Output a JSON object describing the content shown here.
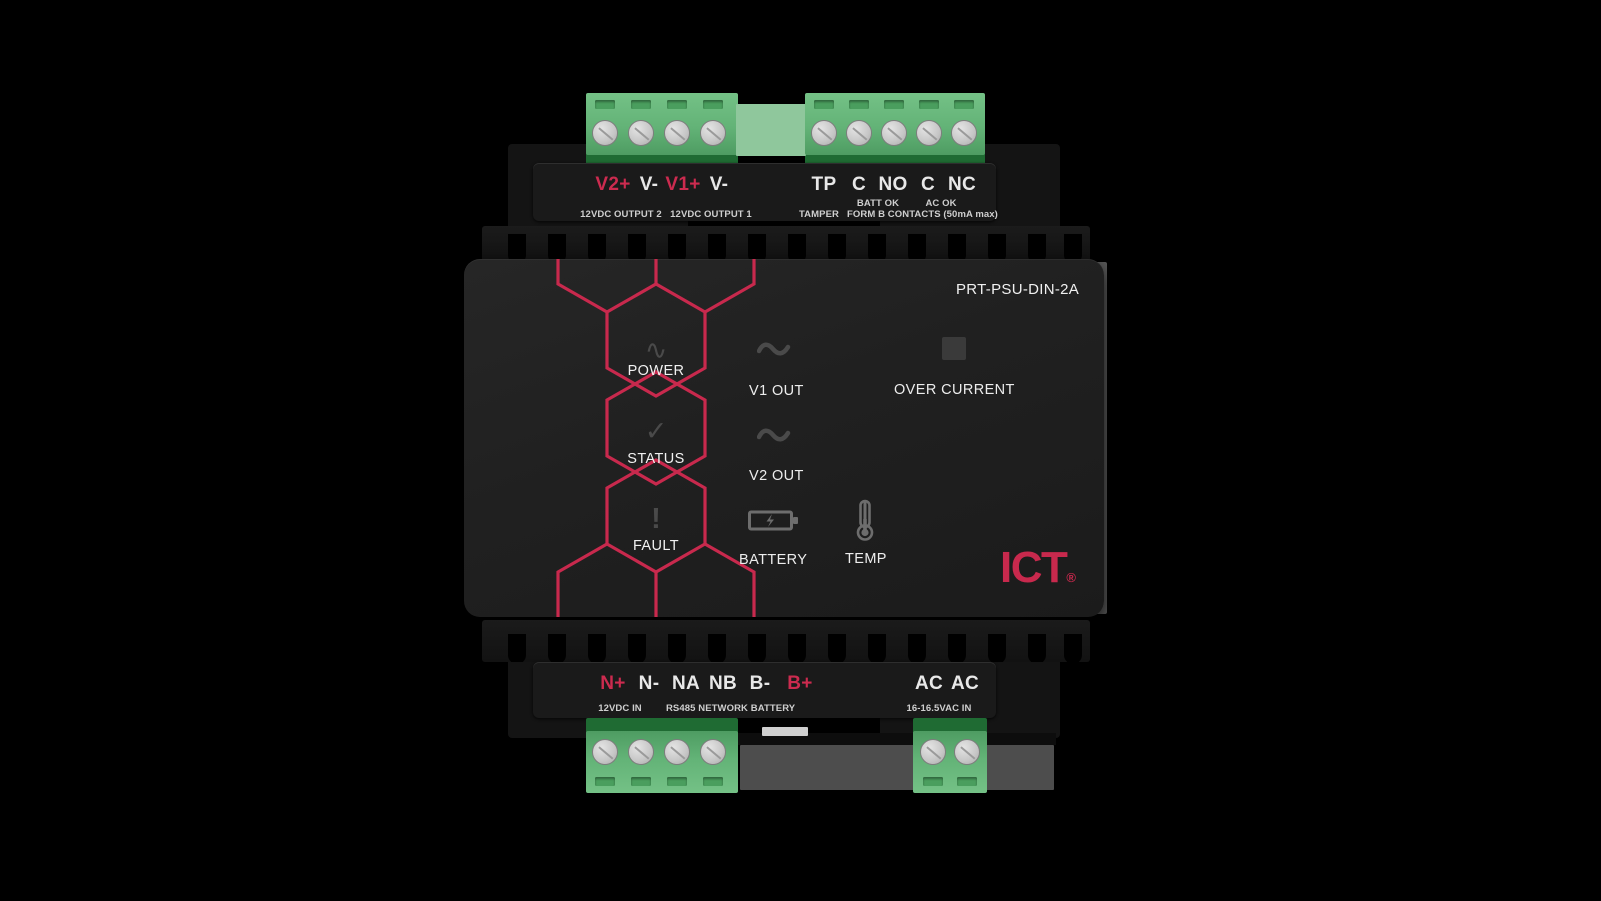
{
  "device": {
    "model": "PRT-PSU-DIN-2A",
    "brand": "ICT",
    "brand_reg": "®",
    "accent_color": "#c8294d",
    "panel_color": "#212121",
    "connector_color": "#63b377"
  },
  "top_terminals": {
    "labels": [
      {
        "text": "V2+",
        "accent": true
      },
      {
        "text": "V-",
        "accent": false
      },
      {
        "text": "V1+",
        "accent": true
      },
      {
        "text": "V-",
        "accent": false
      },
      {
        "text": "TP",
        "accent": false
      },
      {
        "text": "C",
        "accent": false
      },
      {
        "text": "NO",
        "accent": false
      },
      {
        "text": "C",
        "accent": false
      },
      {
        "text": "NC",
        "accent": false
      }
    ],
    "group_captions": [
      "12VDC OUTPUT 2",
      "12VDC OUTPUT 1",
      "TAMPER",
      "BATT OK",
      "AC OK",
      "FORM B CONTACTS (50mA max)"
    ]
  },
  "bottom_terminals": {
    "labels": [
      {
        "text": "N+",
        "accent": true
      },
      {
        "text": "N-",
        "accent": false
      },
      {
        "text": "NA",
        "accent": false
      },
      {
        "text": "NB",
        "accent": false
      },
      {
        "text": "B-",
        "accent": false
      },
      {
        "text": "B+",
        "accent": true
      },
      {
        "text": "AC",
        "accent": false
      },
      {
        "text": "AC",
        "accent": false
      }
    ],
    "group_captions": [
      "12VDC IN",
      "RS485 NETWORK",
      "BATTERY",
      "16-16.5VAC IN"
    ]
  },
  "hex_indicators": [
    {
      "label": "POWER",
      "icon": "sine-wave-icon",
      "glyph": "∿"
    },
    {
      "label": "STATUS",
      "icon": "checkmark-icon",
      "glyph": "✓"
    },
    {
      "label": "FAULT",
      "icon": "exclamation-icon",
      "glyph": "!"
    }
  ],
  "led_indicators": [
    {
      "label": "V1 OUT",
      "icon": "sine-wave-icon"
    },
    {
      "label": "V2 OUT",
      "icon": "sine-wave-icon"
    },
    {
      "label": "OVER CURRENT",
      "icon": "square-led-icon"
    },
    {
      "label": "BATTERY",
      "icon": "battery-charging-icon"
    },
    {
      "label": "TEMP",
      "icon": "thermometer-icon"
    }
  ]
}
